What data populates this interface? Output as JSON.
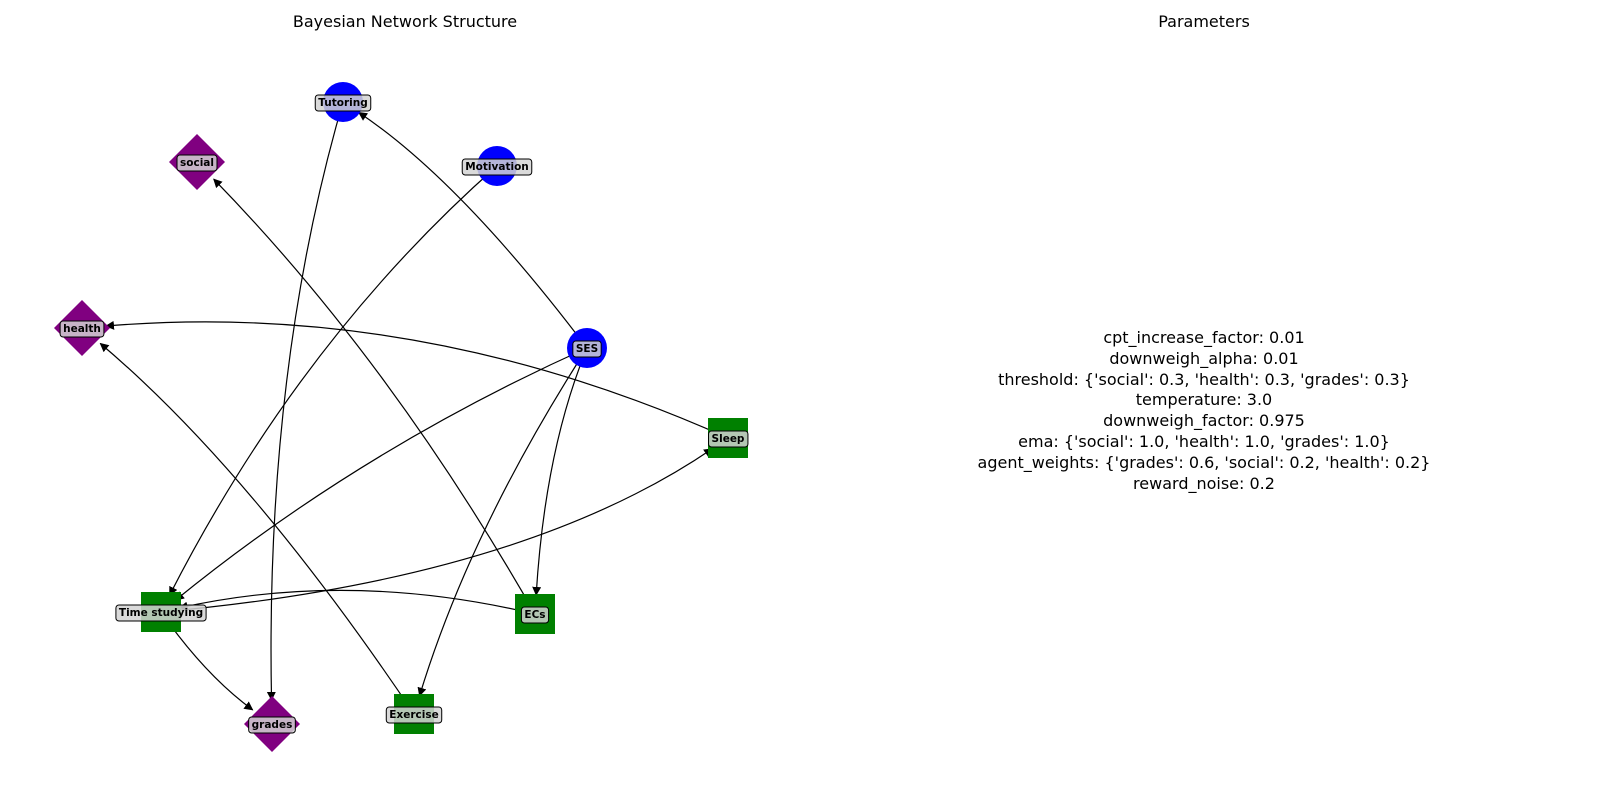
{
  "titles": {
    "left": "Bayesian Network Structure",
    "right": "Parameters"
  },
  "colors": {
    "circle": "#0000ff",
    "square": "#008000",
    "diamond": "#800080",
    "label_bg": "#d3d3d3",
    "edge": "#000000"
  },
  "graph": {
    "nodes": [
      {
        "id": "Tutoring",
        "label": "Tutoring",
        "shape": "circle"
      },
      {
        "id": "Motivation",
        "label": "Motivation",
        "shape": "circle"
      },
      {
        "id": "SES",
        "label": "SES",
        "shape": "circle"
      },
      {
        "id": "social",
        "label": "social",
        "shape": "diamond"
      },
      {
        "id": "health",
        "label": "health",
        "shape": "diamond"
      },
      {
        "id": "grades",
        "label": "grades",
        "shape": "diamond"
      },
      {
        "id": "Sleep",
        "label": "Sleep",
        "shape": "square"
      },
      {
        "id": "TimeStudying",
        "label": "Time studying",
        "shape": "square"
      },
      {
        "id": "ECs",
        "label": "ECs",
        "shape": "square"
      },
      {
        "id": "Exercise",
        "label": "Exercise",
        "shape": "square"
      }
    ],
    "edges": [
      {
        "from": "SES",
        "to": "Tutoring"
      },
      {
        "from": "SES",
        "to": "TimeStudying"
      },
      {
        "from": "SES",
        "to": "ECs"
      },
      {
        "from": "SES",
        "to": "Exercise"
      },
      {
        "from": "Tutoring",
        "to": "grades"
      },
      {
        "from": "Motivation",
        "to": "TimeStudying"
      },
      {
        "from": "ECs",
        "to": "social"
      },
      {
        "from": "ECs",
        "to": "TimeStudying"
      },
      {
        "from": "Sleep",
        "to": "health"
      },
      {
        "from": "TimeStudying",
        "to": "Sleep"
      },
      {
        "from": "TimeStudying",
        "to": "grades"
      },
      {
        "from": "Exercise",
        "to": "health"
      }
    ]
  },
  "parameters": [
    "cpt_increase_factor: 0.01",
    "downweigh_alpha: 0.01",
    "threshold: {'social': 0.3, 'health': 0.3, 'grades': 0.3}",
    "temperature: 3.0",
    "downweigh_factor: 0.975",
    "ema: {'social': 1.0, 'health': 1.0, 'grades': 1.0}",
    "agent_weights: {'grades': 0.6, 'social': 0.2, 'health': 0.2}",
    "reward_noise: 0.2"
  ]
}
